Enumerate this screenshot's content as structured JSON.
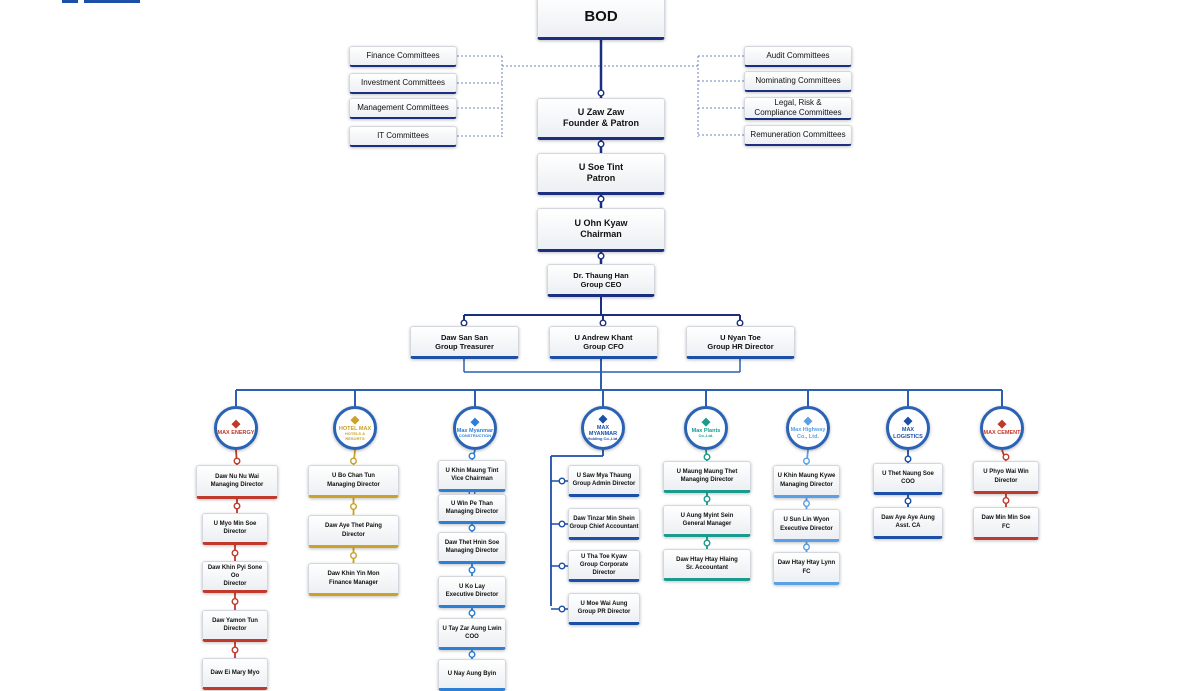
{
  "top": {
    "bod": "BOD"
  },
  "committees_left": [
    "Finance Committees",
    "Investment Committees",
    "Management Committees",
    "IT Committees"
  ],
  "committees_right": [
    [
      "Audit Committees"
    ],
    [
      "Nominating Committees"
    ],
    [
      "Legal, Risk &",
      "Compliance Committees"
    ],
    [
      "Remuneration Committees"
    ]
  ],
  "chain": [
    [
      "U Zaw Zaw",
      "Founder & Patron"
    ],
    [
      "U Soe Tint",
      "Patron"
    ],
    [
      "U Ohn Kyaw",
      "Chairman"
    ],
    [
      "Dr. Thaung Han",
      "Group CEO"
    ]
  ],
  "group_officers": [
    [
      "Daw San San",
      "Group Treasurer"
    ],
    [
      "U Andrew Khant",
      "Group CFO"
    ],
    [
      "U Nyan Toe",
      "Group HR Director"
    ]
  ],
  "companies": [
    {
      "logo_text": "MAX ENERGY",
      "logo_icon": "max-energy-logo",
      "color": "#c0392b",
      "people": [
        [
          "Daw Nu Nu Wai",
          "Managing Director"
        ],
        [
          "U Myo Min Soe",
          "Director"
        ],
        [
          "Daw Khin Pyi Sone Oo",
          "Director"
        ],
        [
          "Daw Yamon Tun",
          "Director"
        ],
        [
          "Daw Ei Mary Myo",
          ""
        ]
      ]
    },
    {
      "logo_text": "HOTEL MAX",
      "logo_sub": "HOTELS & RESORTS",
      "logo_icon": "hotel-max-logo",
      "color": "#c9a227",
      "people": [
        [
          "U Bo Chan Tun",
          "Managing Director"
        ],
        [
          "Daw Aye Thet Paing",
          "Director"
        ],
        [
          "Daw Khin Yin Mon",
          "Finance Manager"
        ]
      ]
    },
    {
      "logo_text": "Max Myanmar",
      "logo_sub": "CONSTRUCTION",
      "logo_icon": "max-myanmar-construction-logo",
      "color": "#2d7fd6",
      "people": [
        [
          "U Khin Maung Tint",
          "Vice Chairman"
        ],
        [
          "U Win Pe Than",
          "Managing Director"
        ],
        [
          "Daw Thet Hnin Soe",
          "Managing Director"
        ],
        [
          "U Ko Lay",
          "Executive Director"
        ],
        [
          "U Tay Zar Aung Lwin",
          "COO"
        ],
        [
          "U Nay Aung Byin",
          ""
        ]
      ]
    },
    {
      "logo_text": "MAX MYANMAR",
      "logo_sub": "Holding Co.,Ltd.",
      "logo_icon": "max-myanmar-holding-logo",
      "color": "#1c4fa8",
      "people": [
        [
          "U Saw Mya Thaung",
          "Group Admin Director"
        ],
        [
          "Daw Tinzar Min Shein",
          "Group Chief Accountant"
        ],
        [
          "U Tha Toe Kyaw",
          "Group Corporate Director"
        ],
        [
          "U Moe Wai Aung",
          "Group PR Director"
        ]
      ]
    },
    {
      "logo_text": "Max Plants",
      "logo_sub": "Co.,Ltd.",
      "logo_icon": "max-plants-logo",
      "color": "#1a9b8e",
      "people": [
        [
          "U Maung Maung Thet",
          "Managing Director"
        ],
        [
          "U Aung Myint Sein",
          "General Manager"
        ],
        [
          "Daw Htay Htay Hlaing",
          "Sr. Accountant"
        ]
      ]
    },
    {
      "logo_text": "Max Highway Co., Ltd.",
      "logo_icon": "max-highway-logo",
      "color": "#5aa0e6",
      "people": [
        [
          "U Khin Maung Kywe",
          "Managing Director"
        ],
        [
          "U Sun Lin Wyon",
          "Executive Director"
        ],
        [
          "Daw Htay Htay Lynn",
          "FC"
        ]
      ]
    },
    {
      "logo_text": "MAX LOGISTICS",
      "logo_icon": "max-logistics-logo",
      "color": "#1c4fa8",
      "people": [
        [
          "U Thet Naung Soe",
          "COO"
        ],
        [
          "Daw Aye Aye Aung",
          "Asst. CA"
        ]
      ]
    },
    {
      "logo_text": "MAX CEMENT",
      "logo_icon": "max-cement-logo",
      "color": "#c0392b",
      "people": [
        [
          "U Phyo Wai Win",
          "Director"
        ],
        [
          "Daw Min Min Soe",
          "FC"
        ]
      ]
    }
  ]
}
